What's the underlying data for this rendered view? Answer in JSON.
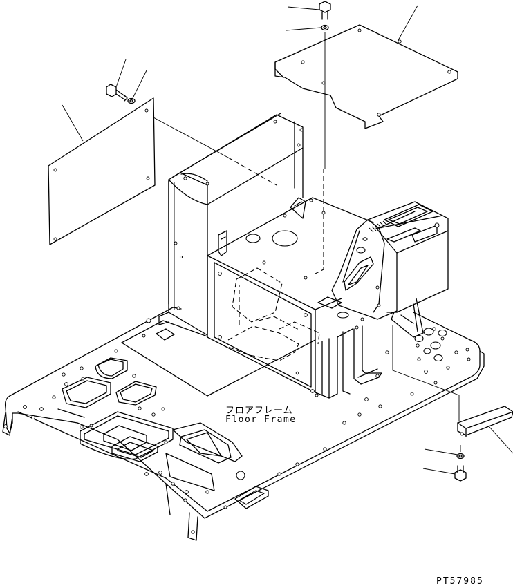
{
  "labels": {
    "floor_frame_jp": "フロアフレーム",
    "floor_frame_en": "Floor Frame",
    "drawing_code": "PT57985"
  },
  "colors": {
    "line": "#000000",
    "background": "#ffffff"
  }
}
